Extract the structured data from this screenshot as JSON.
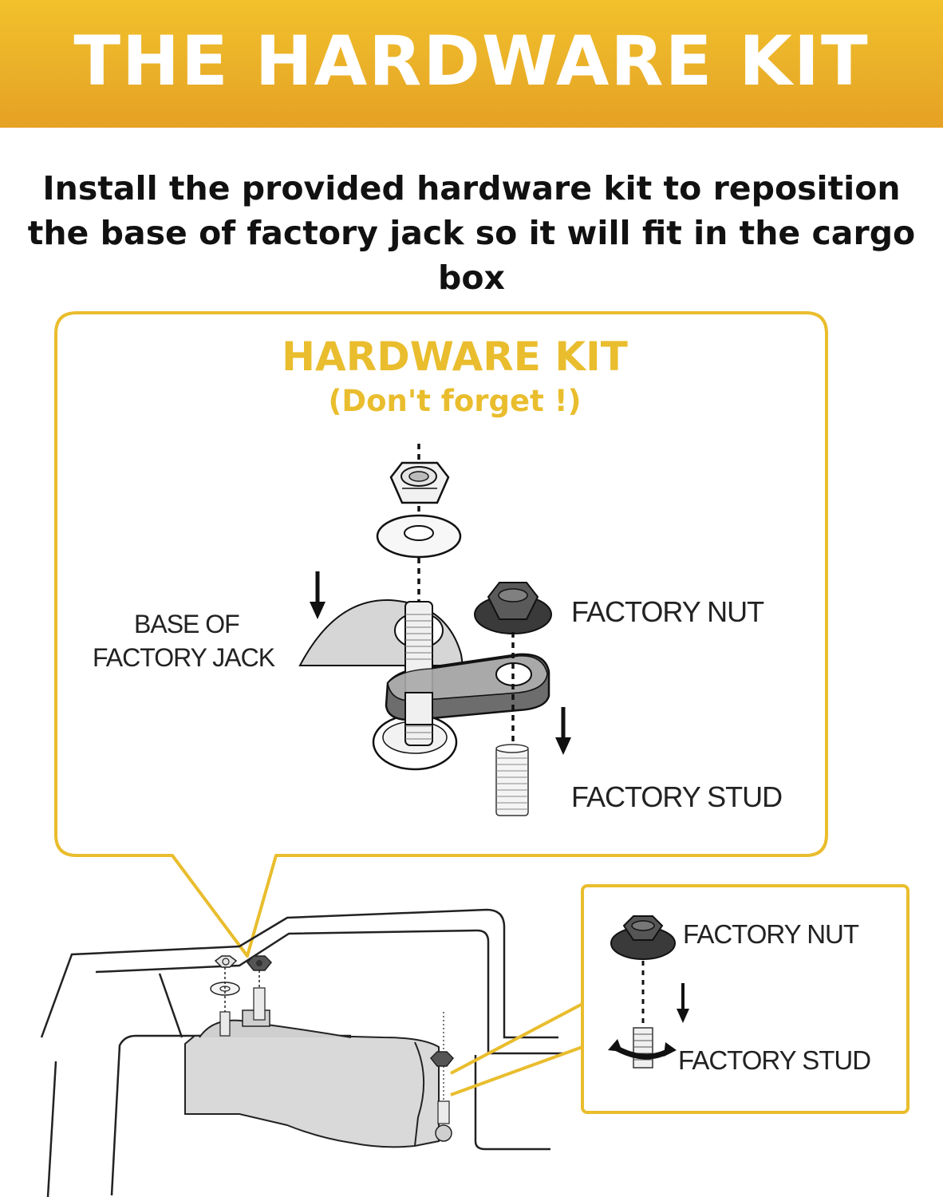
{
  "banner": {
    "title": "THE HARDWARE KIT"
  },
  "intro": {
    "text": "Install the provided hardware kit to reposition the base of factory jack so it will fit in the cargo box"
  },
  "callout": {
    "title": "HARDWARE KIT",
    "subtitle": "(Don't forget !)",
    "labels": {
      "jack_base_line1": "BASE OF",
      "jack_base_line2": "FACTORY JACK",
      "factory_nut": "FACTORY NUT",
      "factory_stud": "FACTORY STUD"
    }
  },
  "inset": {
    "factory_nut": "FACTORY NUT",
    "factory_stud": "FACTORY STUD"
  },
  "colors": {
    "accent": "#e9bd2d",
    "banner": "#eab029",
    "part_gray": "#d6d6d6",
    "nut_dark": "#3a3a3a"
  }
}
